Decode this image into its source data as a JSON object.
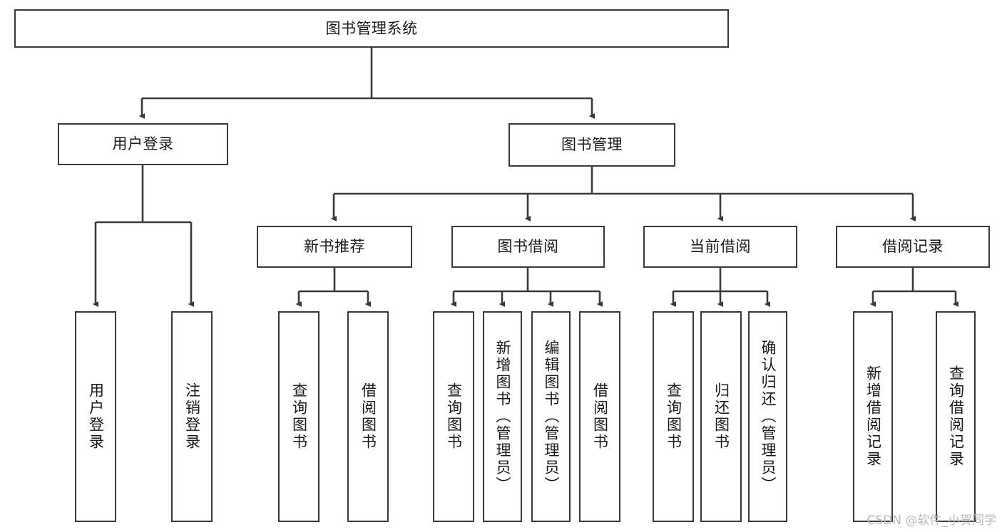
{
  "diagram": {
    "type": "tree-hierarchy",
    "title": "图书管理系统",
    "watermark": "CSDN @软件_小贺同学",
    "colors": {
      "background": "#ffffff",
      "box_border": "#3a3a3a",
      "box_fill": "#ffffff",
      "connector": "#3a3a3a",
      "text": "#1a1a1a",
      "watermark": "#b9b9b9"
    },
    "nodes": {
      "root": {
        "label": "图书管理系统"
      },
      "level2": [
        {
          "label": "用户登录"
        },
        {
          "label": "图书管理"
        }
      ],
      "level3": [
        {
          "label": "新书推荐"
        },
        {
          "label": "图书借阅"
        },
        {
          "label": "当前借阅"
        },
        {
          "label": "借阅记录"
        }
      ],
      "leaves": {
        "user_login": [
          {
            "label": "用户登录"
          },
          {
            "label": "注销登录"
          }
        ],
        "new_book": [
          {
            "label": "查询图书"
          },
          {
            "label": "借阅图书"
          }
        ],
        "book_borrow": [
          {
            "label": "查询图书"
          },
          {
            "label": "新增图书（管理员）"
          },
          {
            "label": "编辑图书（管理员）"
          },
          {
            "label": "借阅图书"
          }
        ],
        "current_borrow": [
          {
            "label": "查询图书"
          },
          {
            "label": "归还图书"
          },
          {
            "label": "确认归还（管理员）"
          }
        ],
        "borrow_record": [
          {
            "label": "新增借阅记录"
          },
          {
            "label": "查询借阅记录"
          }
        ]
      }
    }
  }
}
